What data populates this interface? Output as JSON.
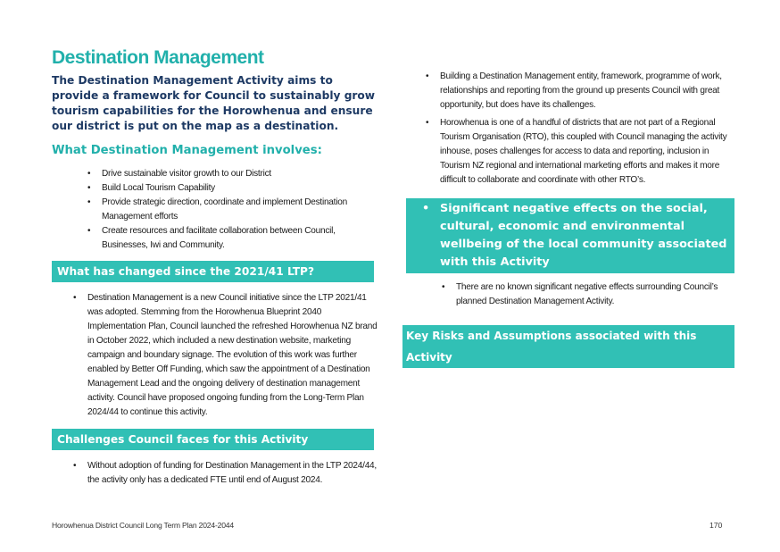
{
  "title": "Destination Management",
  "intro": "The Destination Management Activity aims to provide a framework for Council to sustainably grow tourism capabilities for the Horowhenua and ensure our district is put on the map as a destination.",
  "involves": {
    "heading": "What Destination Management involves:",
    "items": [
      "Drive sustainable visitor growth to our District",
      "Build Local Tourism Capability",
      "Provide strategic direction, coordinate and implement Destination Management efforts",
      "Create resources and facilitate collaboration between Council, Businesses, Iwi and Community."
    ]
  },
  "changed": {
    "heading": "What has changed since the 2021/41 LTP?",
    "items": [
      "Destination Management is a new Council initiative since the LTP 2021/41 was adopted. Stemming from the Horowhenua Blueprint 2040 Implementation Plan, Council launched the refreshed Horowhenua NZ brand in October 2022, which included a new destination website, marketing campaign and boundary signage.  The evolution of this work was further enabled by Better Off Funding, which saw the appointment of a Destination Management Lead and the ongoing delivery of destination management activity.  Council have proposed ongoing funding from the Long-Term Plan 2024/44 to continue this activity."
    ]
  },
  "challenges": {
    "heading": "Challenges Council faces for this Activity",
    "items": [
      "Without adoption of funding for Destination Management in the LTP 2024/44, the activity only has a dedicated FTE until end of August 2024.",
      "Building a Destination Management entity, framework, programme of work, relationships and reporting from the ground up presents Council with great opportunity, but does have its challenges.",
      "Horowhenua is one of a handful of districts that are not part of a Regional Tourism Organisation (RTO), this coupled with Council managing the activity inhouse, poses challenges for access to data and reporting, inclusion in Tourism NZ regional and international marketing efforts and makes it more difficult to collaborate and coordinate with other RTO’s."
    ]
  },
  "negative": {
    "heading": "Significant negative effects on the social, cultural, economic and environmental wellbeing of the local community associated with this Activity",
    "items": [
      "There are no known significant negative effects surrounding Council’s planned Destination Management Activity."
    ]
  },
  "risks": {
    "heading": "Key Risks and Assumptions associated with this Activity"
  },
  "footer": {
    "left": "Horowhenua District Council Long Term Plan 2024-2044",
    "page": "170"
  }
}
